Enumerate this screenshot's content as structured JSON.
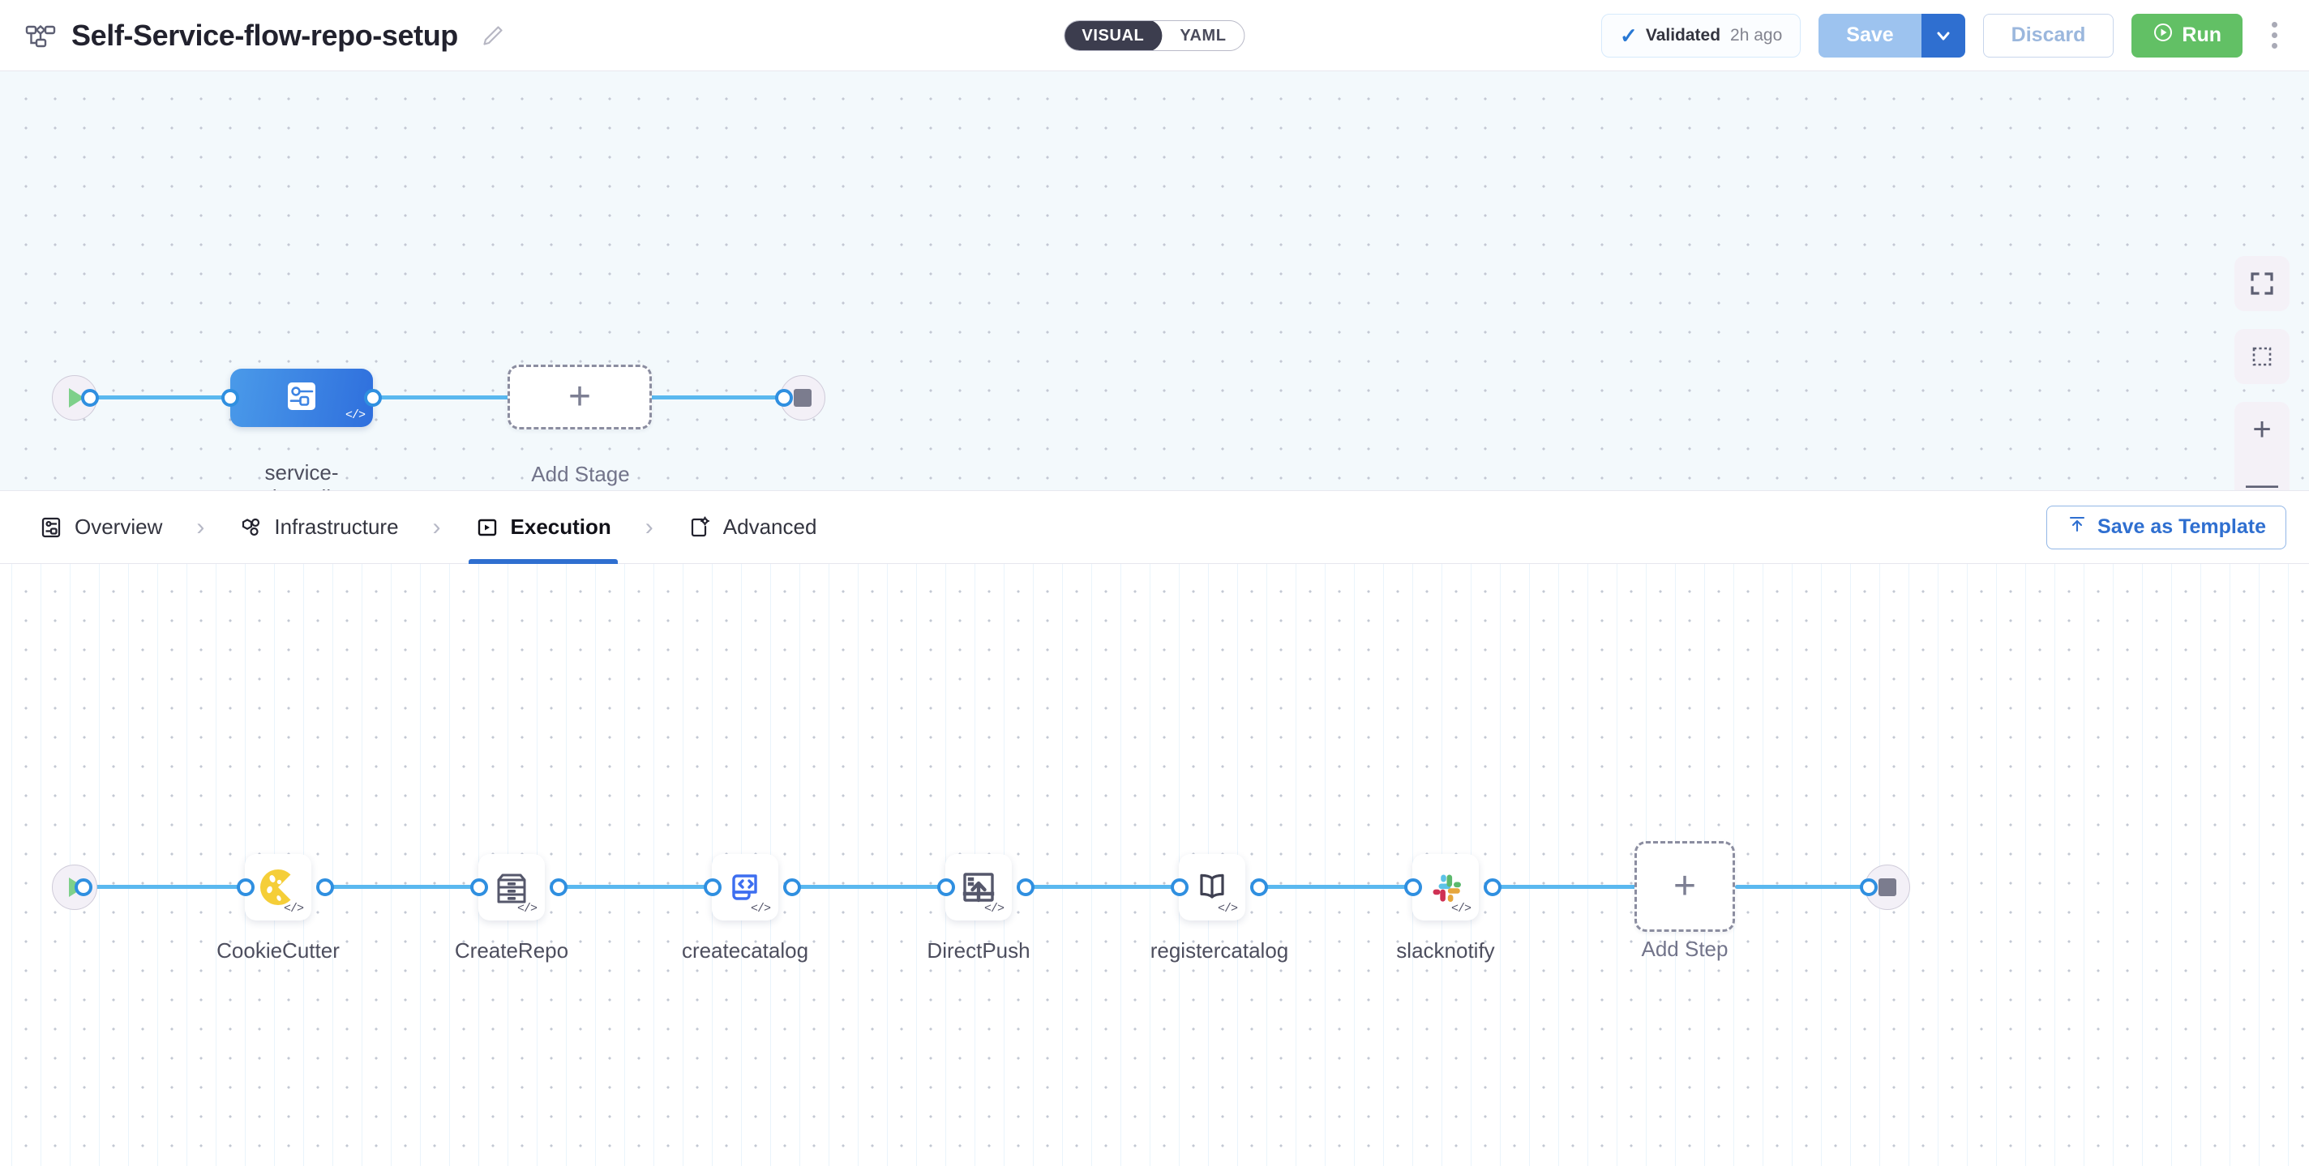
{
  "header": {
    "flow_icon": "pipeline-flow-icon",
    "title": "Self-Service-flow-repo-setup",
    "edit_icon": "edit-pencil-icon",
    "view_toggle": {
      "options": [
        "VISUAL",
        "YAML"
      ],
      "active": "VISUAL"
    },
    "validated": {
      "icon": "check-icon",
      "label": "Validated",
      "time": "2h ago"
    },
    "save_label": "Save",
    "save_caret_icon": "chevron-down-icon",
    "discard_label": "Discard",
    "run_label": "Run",
    "run_icon": "play-circle-icon",
    "more_icon": "kebab-menu-icon"
  },
  "stage_canvas": {
    "start_node": {
      "icon": "play-icon"
    },
    "stage": {
      "label": "service-\nonboarding",
      "icon": "stage-deployment-icon",
      "badge": "</>"
    },
    "add_stage": {
      "label": "Add Stage",
      "icon": "plus-icon"
    },
    "end_node": {
      "icon": "stop-icon"
    },
    "zoom_controls": {
      "fit_label": "fit-to-screen-icon",
      "select_label": "marquee-select-icon",
      "zoom_in_label": "+",
      "zoom_out_label": "—"
    }
  },
  "tabbar": {
    "tabs": [
      {
        "label": "Overview",
        "icon": "overview-icon",
        "active": false
      },
      {
        "label": "Infrastructure",
        "icon": "infrastructure-icon",
        "active": false
      },
      {
        "label": "Execution",
        "icon": "execution-icon",
        "active": true
      },
      {
        "label": "Advanced",
        "icon": "advanced-icon",
        "active": false
      }
    ],
    "separator": "›",
    "save_template_label": "Save as Template",
    "save_template_icon": "upload-template-icon"
  },
  "exec_canvas": {
    "start_node": {
      "icon": "play-icon"
    },
    "end_node": {
      "icon": "stop-icon"
    },
    "steps": [
      {
        "label": "CookieCutter",
        "icon": "cookie-icon",
        "badge": "</>"
      },
      {
        "label": "CreateRepo",
        "icon": "repository-icon",
        "badge": "</>"
      },
      {
        "label": "createcatalog",
        "icon": "code-document-icon",
        "badge": "</>"
      },
      {
        "label": "DirectPush",
        "icon": "push-upload-icon",
        "badge": "</>"
      },
      {
        "label": "registercatalog",
        "icon": "open-book-icon",
        "badge": "</>"
      },
      {
        "label": "slacknotify",
        "icon": "slack-icon",
        "badge": "</>"
      }
    ],
    "add_step": {
      "label": "Add Step",
      "icon": "plus-icon"
    }
  },
  "colors": {
    "accent_blue": "#2f6fd0",
    "edge_blue": "#5ab8ef",
    "run_green": "#62c065",
    "stage_blue": "#3d84e3",
    "canvas_top": "#f3f9fc"
  }
}
